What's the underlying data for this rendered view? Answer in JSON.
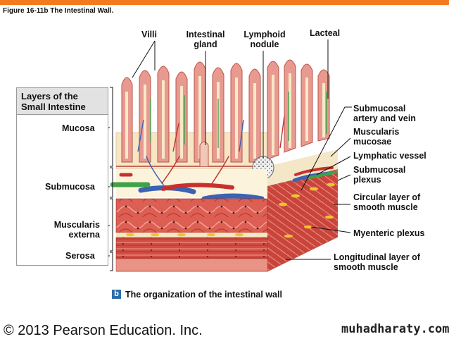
{
  "figure_title": "Figure 16-11b  The Intestinal Wall.",
  "top_labels": {
    "villi": "Villi",
    "intestinal_gland": "Intestinal gland",
    "lymphoid_nodule": "Lymphoid nodule",
    "lacteal": "Lacteal"
  },
  "layers_box": {
    "title": "Layers of the Small Intestine",
    "mucosa": "Mucosa",
    "submucosa": "Submucosa",
    "muscularis_externa": "Muscularis externa",
    "serosa": "Serosa"
  },
  "right_labels": {
    "submucosal_artery_vein": "Submucosal artery and vein",
    "muscularis_mucosae": "Muscularis mucosae",
    "lymphatic_vessel": "Lymphatic vessel",
    "submucosal_plexus": "Submucosal plexus",
    "circular_layer": "Circular layer of smooth muscle",
    "myenteric_plexus": "Myenteric plexus",
    "longitudinal_layer": "Longitudinal layer of smooth muscle"
  },
  "caption": {
    "badge": "b",
    "text": "The organization of the intestinal wall"
  },
  "copyright": "© 2013 Pearson Education. Inc.",
  "watermark": "muhadharaty.com",
  "colors": {
    "top_bar": "#f47a20",
    "villi": "#e89a90",
    "mucosa_base": "#f6e6c4",
    "submucosa": "#fbf3dc",
    "muscle": "#d9544a",
    "muscle_dark": "#b8362f",
    "artery": "#c8302c",
    "vein": "#3c62b4",
    "lymphatic": "#3fa24a",
    "caption_badge": "#2d6fa8"
  }
}
